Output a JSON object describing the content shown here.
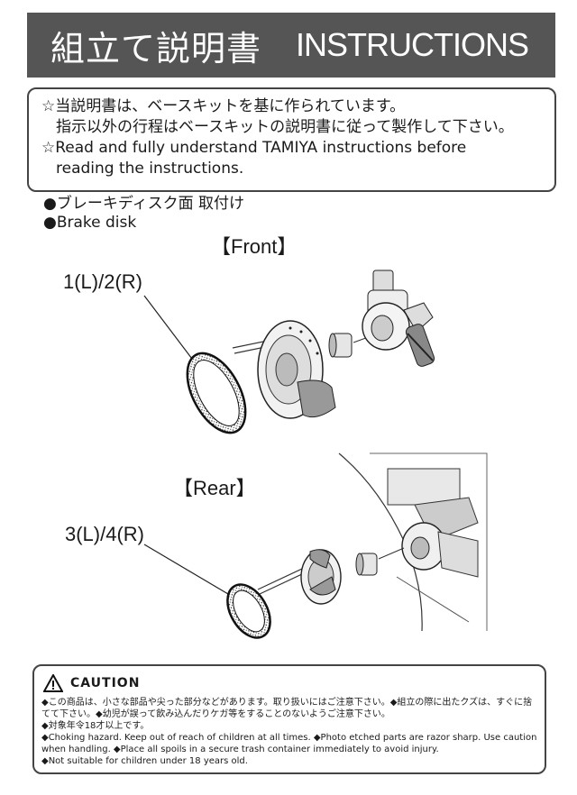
{
  "header": {
    "title_jp": "組立て説明書",
    "title_en": "INSTRUCTIONS"
  },
  "notice": {
    "line1": "☆当説明書は、ベースキットを基に作られています。",
    "line2": "指示以外の行程はベースキットの説明書に従って製作して下さい。",
    "line3": "☆Read and fully understand TAMIYA instructions before",
    "line4": "reading the instructions."
  },
  "section": {
    "title_jp": "●ブレーキディスク面 取付け",
    "title_en": "●Brake disk"
  },
  "front": {
    "label": "【Front】",
    "part": "1(L)/2(R)"
  },
  "rear": {
    "label": "【Rear】",
    "part": "3(L)/4(R)"
  },
  "caution": {
    "title": "CAUTION",
    "line1": "◆この商品は、小さな部品や尖った部分などがあります。取り扱いにはご注意下さい。◆組立の際に出たクズは、すぐに捨てて下さい。◆幼児が誤って飲み込んだりケガ等をすることのないようご注意下さい。",
    "line2": "◆対象年令18才以上です。",
    "line3": "◆Choking hazard. Keep out of reach of children at all times. ◆Photo etched parts are razor sharp. Use caution when handling. ◆Place all spoils in a secure trash container immediately to avoid injury.",
    "line4": "◆Not suitable for children under 18 years old."
  }
}
